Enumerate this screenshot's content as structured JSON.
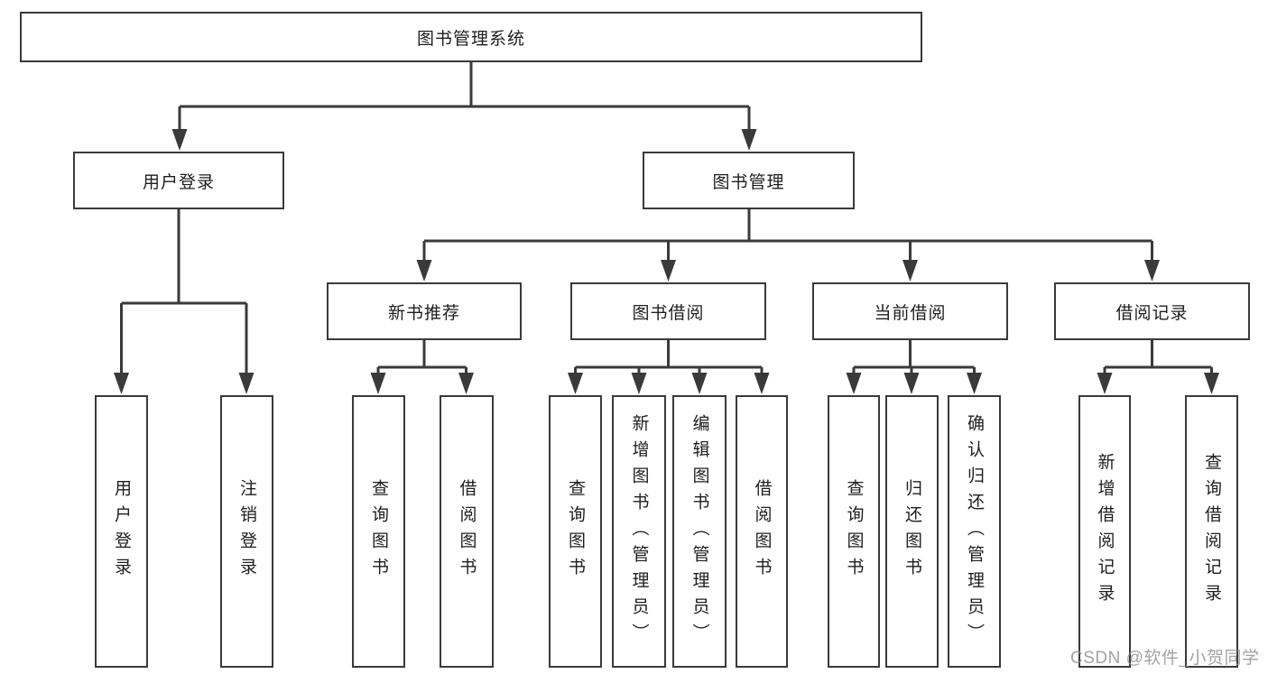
{
  "diagram": {
    "title_node": "图书管理系统",
    "root": {
      "label": "图书管理系统"
    },
    "branches": [
      {
        "label": "用户登录",
        "children": [
          {
            "label": "用户登录"
          },
          {
            "label": "注销登录"
          }
        ]
      },
      {
        "label": "图书管理",
        "children": [
          {
            "label": "新书推荐",
            "children": [
              {
                "label": "查询图书"
              },
              {
                "label": "借阅图书"
              }
            ]
          },
          {
            "label": "图书借阅",
            "children": [
              {
                "label": "查询图书"
              },
              {
                "label": "新增图书（管理员）"
              },
              {
                "label": "编辑图书（管理员）"
              },
              {
                "label": "借阅图书"
              }
            ]
          },
          {
            "label": "当前借阅",
            "children": [
              {
                "label": "查询图书"
              },
              {
                "label": "归还图书"
              },
              {
                "label": "确认归还（管理员）"
              }
            ]
          },
          {
            "label": "借阅记录",
            "children": [
              {
                "label": "新增借阅记录"
              },
              {
                "label": "查询借阅记录"
              }
            ]
          }
        ]
      }
    ]
  },
  "watermark": {
    "text": "CSDN @软件_小贺同学"
  },
  "colors": {
    "line": "#3a3a3a",
    "box_border": "#3a3a3a",
    "text": "#1e1e1e",
    "watermark": "#8f8f8f",
    "background": "#ffffff"
  }
}
